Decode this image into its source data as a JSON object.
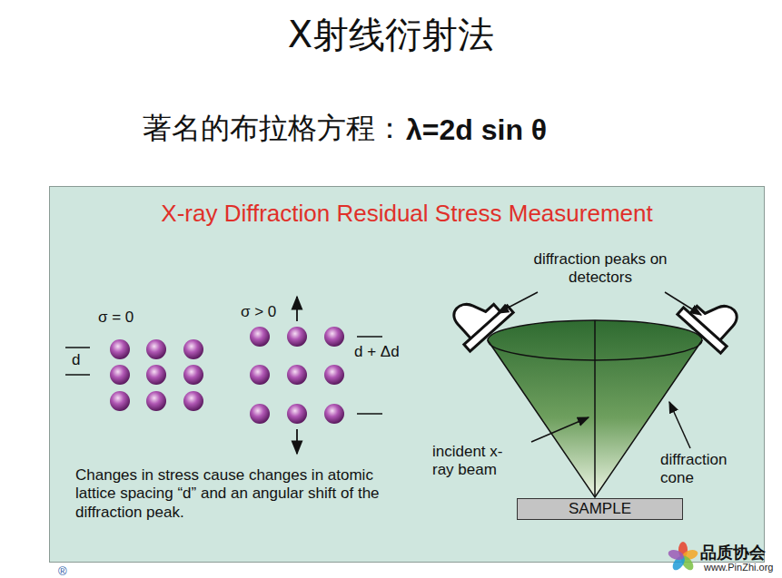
{
  "diagram": {
    "title": "X射线衍射法",
    "nodes": [
      {
        "text": [
          "X-ray Diffraction Residual Stress Measurement"
        ]
      },
      {
        "text": [
          "SAMPLE"
        ],
        "in": 0
      }
    ],
    "edges": [],
    "labels": [
      "著名的布拉格方程：",
      "λ=2d sin θ",
      "σ = 0",
      "d",
      "σ > 0",
      "d + Δd",
      "Changes in stress cause changes in atomic lattice spacing “d” and an angular shift of the diffraction peak.",
      "diffraction peaks on detectors",
      "incident x-ray beam",
      "diffraction cone",
      "品质协会",
      "www.PinZhi.org",
      "®"
    ]
  }
}
